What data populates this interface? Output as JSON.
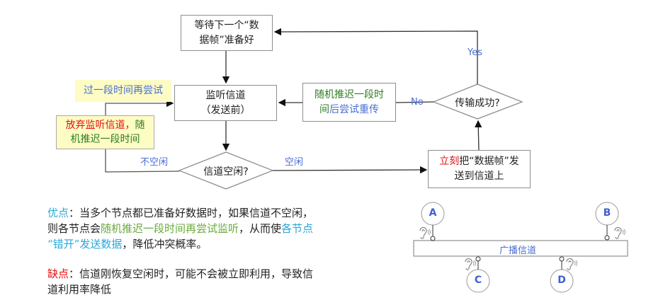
{
  "flowchart": {
    "wait_box": [
      "等待下一个“数",
      "据帧”准备好"
    ],
    "listen_box": [
      "监听信道",
      "（发送前）"
    ],
    "idle_decision": "信道空闲?",
    "send_box": {
      "highlight": "立刻",
      "rest_line1": "把“数据帧”发",
      "line2": "送到信道上"
    },
    "success_decision": "传输成功?",
    "backoff_box": {
      "green_line1": "随机推迟一段时",
      "green_line2_prefix": "间",
      "blue_line2_suffix": "后尝试重传"
    },
    "retry_note": "过一段时间再尝试",
    "giveup_note": {
      "red": "放弃监听信道，",
      "green_tail": "随",
      "line2": "机推迟一段时间"
    },
    "labels": {
      "not_idle": "不空闲",
      "idle": "空闲",
      "yes": "Yes",
      "no": "No"
    }
  },
  "pros": {
    "label": "优点",
    "colon": "：",
    "text1": "当多个节点都已准备好数据时，如果信道不空闲，",
    "text2": "则各节点会",
    "green": "随机推迟一段时间再尝试监听",
    "text3": "，从而使",
    "cyan1": "各节点",
    "cyan2": "“错开”发送数据",
    "text4": "，降低冲突概率。"
  },
  "cons": {
    "label": "缺点",
    "colon": "：",
    "text1": "信道刚恢复空闲时，可能不会被立即利用，导致信",
    "text2": "道利用率降低"
  },
  "broadcast": {
    "channel_label": "广播信道",
    "nodes": [
      "A",
      "B",
      "C",
      "D"
    ]
  },
  "colors": {
    "red": "#e01010",
    "green": "#2e7d20",
    "blue": "#4a6fd4",
    "cyan": "#2aa8d8",
    "note_bg": "#fdfcc4"
  }
}
